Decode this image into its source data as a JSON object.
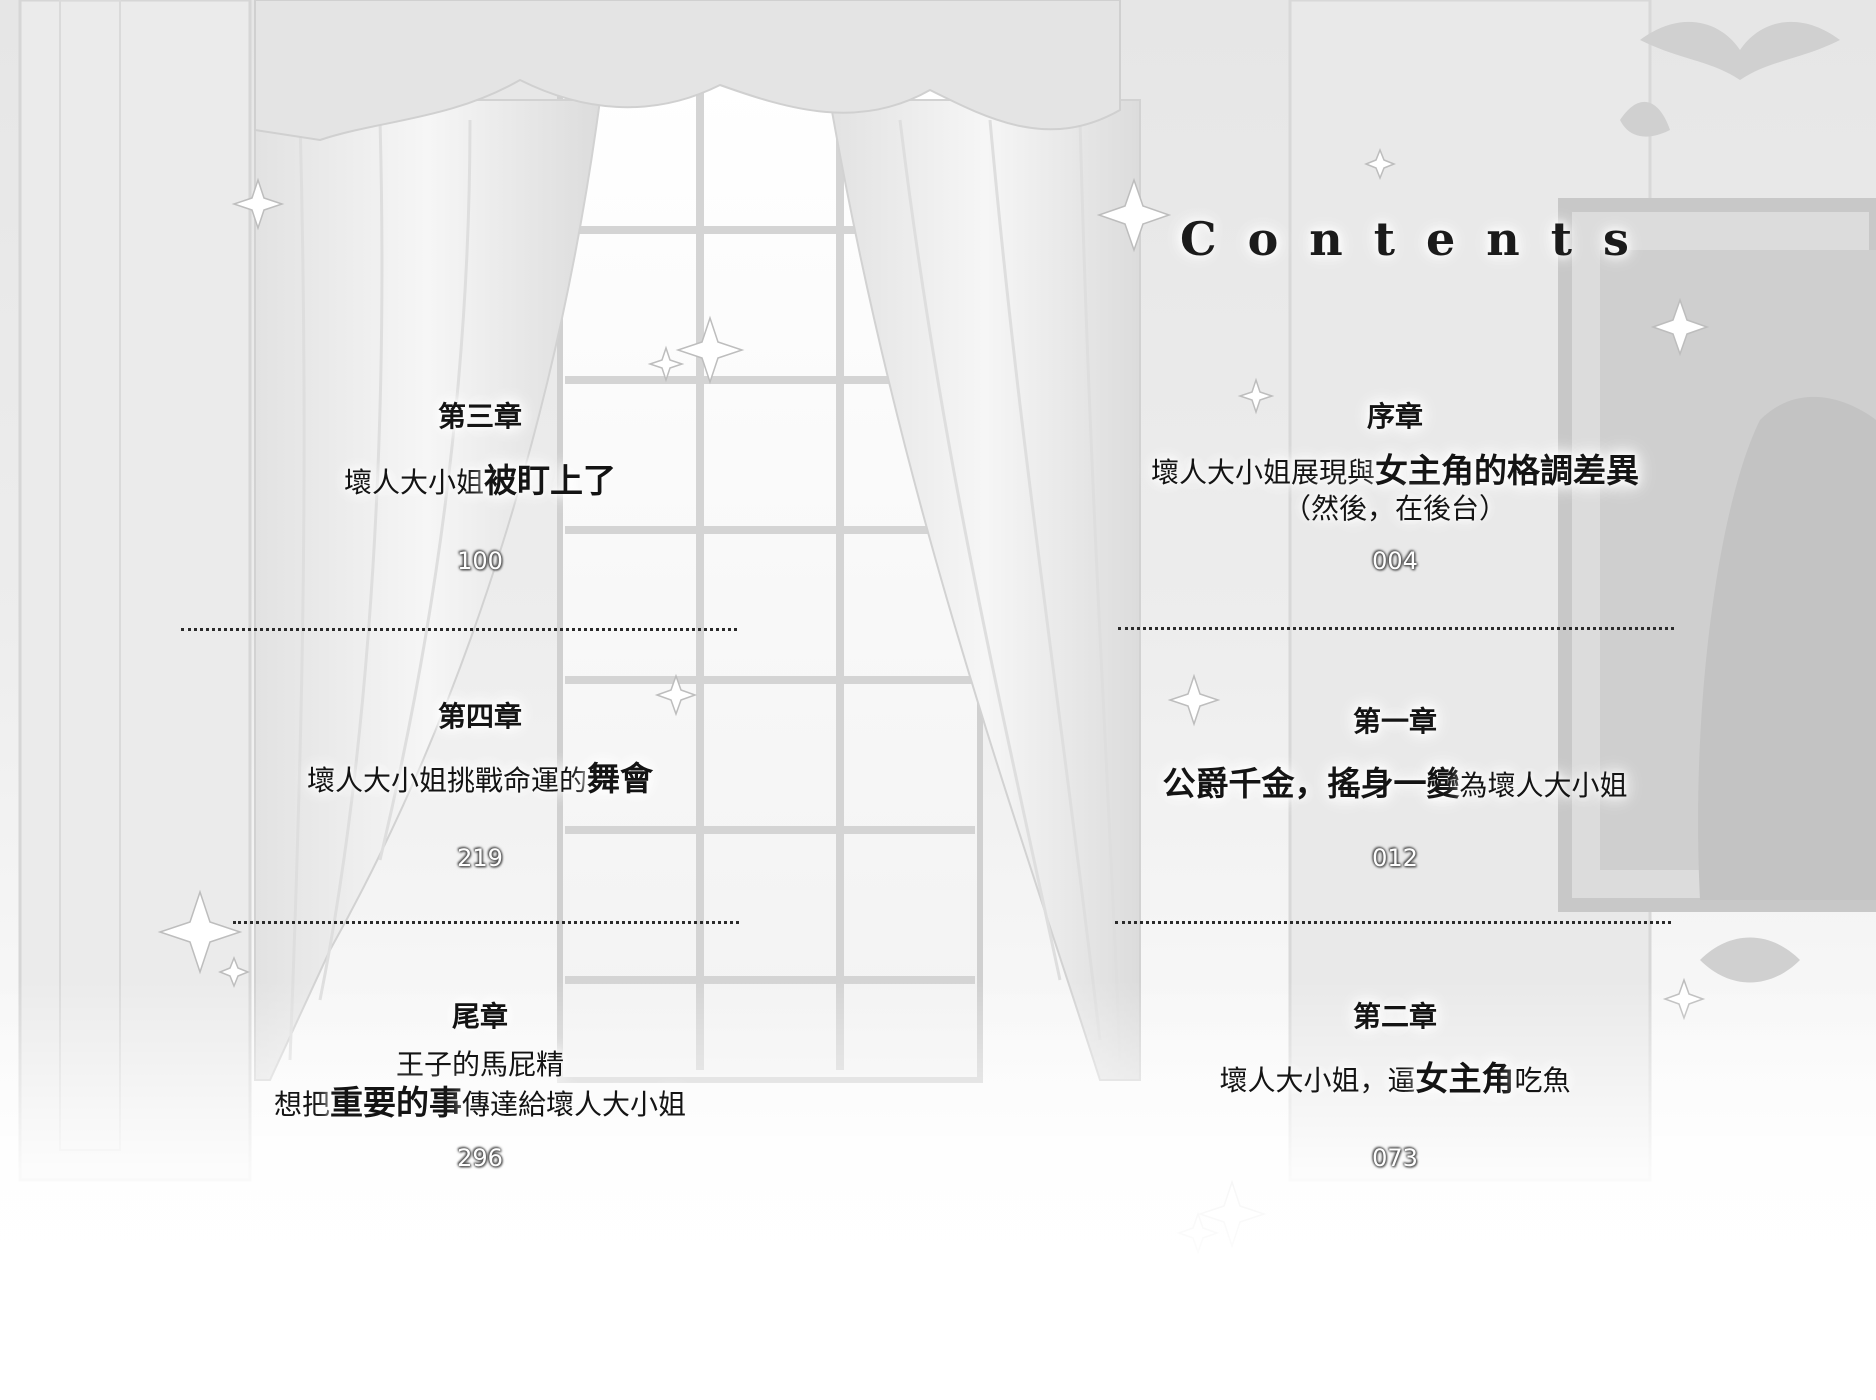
{
  "title": "Contents",
  "entries": [
    {
      "chapter": "序章",
      "lines": [
        {
          "plain": "壞人大小姐展現與",
          "bold": "女主角的格調差異",
          "after": ""
        },
        {
          "plain": "（然後，在後台）",
          "bold": "",
          "after": ""
        }
      ],
      "page": "004"
    },
    {
      "chapter": "第一章",
      "lines": [
        {
          "plain": "",
          "bold": "公爵千金，搖身一變",
          "after": "為壞人大小姐"
        }
      ],
      "page": "012"
    },
    {
      "chapter": "第二章",
      "lines": [
        {
          "plain": "壞人大小姐，逼",
          "bold": "女主角",
          "after": "吃魚"
        }
      ],
      "page": "073"
    },
    {
      "chapter": "第三章",
      "lines": [
        {
          "plain": "壞人大小姐",
          "bold": "被盯上了",
          "after": ""
        }
      ],
      "page": "100"
    },
    {
      "chapter": "第四章",
      "lines": [
        {
          "plain": "壞人大小姐挑戰命運的",
          "bold": "舞會",
          "after": ""
        }
      ],
      "page": "219"
    },
    {
      "chapter": "尾章",
      "lines": [
        {
          "plain": "王子的馬屁精",
          "bold": "",
          "after": ""
        },
        {
          "plain": "想把",
          "bold": "重要的事",
          "after": "傳達給壞人大小姐"
        }
      ],
      "page": "296"
    }
  ],
  "colors": {
    "ink": "#141414",
    "page_number": "#ffffff",
    "divider": "#2b2b2b"
  },
  "icons": [
    "sparkle-icon",
    "ornament-flourish-icon"
  ]
}
